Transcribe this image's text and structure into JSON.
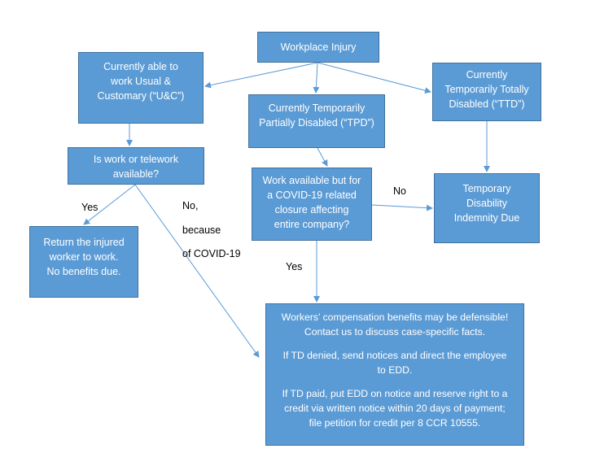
{
  "nodes": {
    "injury": [
      "Workplace Injury"
    ],
    "uc": [
      "Currently able to",
      "work Usual &",
      "Customary (“U&C”)"
    ],
    "tpd": [
      "Currently Temporarily",
      "Partially Disabled (“TPD”)"
    ],
    "ttd": [
      "Currently",
      "Temporarily Totally",
      "Disabled (“TTD”)"
    ],
    "telework": [
      "Is work or telework",
      "available?"
    ],
    "work_available": [
      "Work available but for",
      "a COVID-19 related",
      "closure affecting",
      "entire company?"
    ],
    "tdd": [
      "Temporary",
      "Disability",
      "Indemnity Due"
    ],
    "return": [
      "Return the injured",
      "worker to work.",
      "No benefits due."
    ],
    "comp": {
      "p1": [
        "Workers’ compensation benefits may be defensible!",
        "Contact us to discuss case-specific facts."
      ],
      "p2": [
        "If TD denied, send notices and direct the employee",
        "to EDD."
      ],
      "p3": [
        "If TD paid, put EDD on notice and reserve right to a",
        "credit via written notice within 20 days of payment;",
        "file petition for credit per 8 CCR 10555."
      ]
    }
  },
  "labels": {
    "yes_left": "Yes",
    "no_covid": [
      "No,",
      "because",
      "of COVID-19"
    ],
    "no_right": "No",
    "yes_bottom": "Yes"
  },
  "colors": {
    "box_fill": "#5b9bd5",
    "box_border": "#41719c",
    "arrow": "#5b9bd5"
  }
}
